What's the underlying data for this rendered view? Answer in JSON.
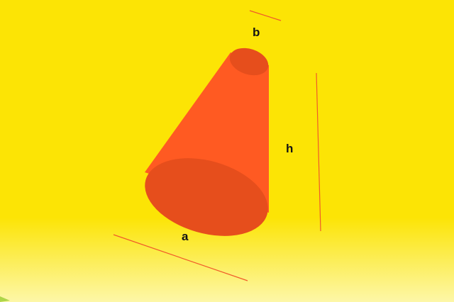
{
  "labels": {
    "top_radius": "b",
    "height": "h",
    "bottom_radius": "a"
  },
  "colors": {
    "background_top": "#fce405",
    "background_bottom": "#fdf7a8",
    "cone_body": "#ff5a22",
    "cone_ends": "#e64e1c",
    "dimension_lines": "#f05a2a",
    "label_text": "#141414"
  }
}
